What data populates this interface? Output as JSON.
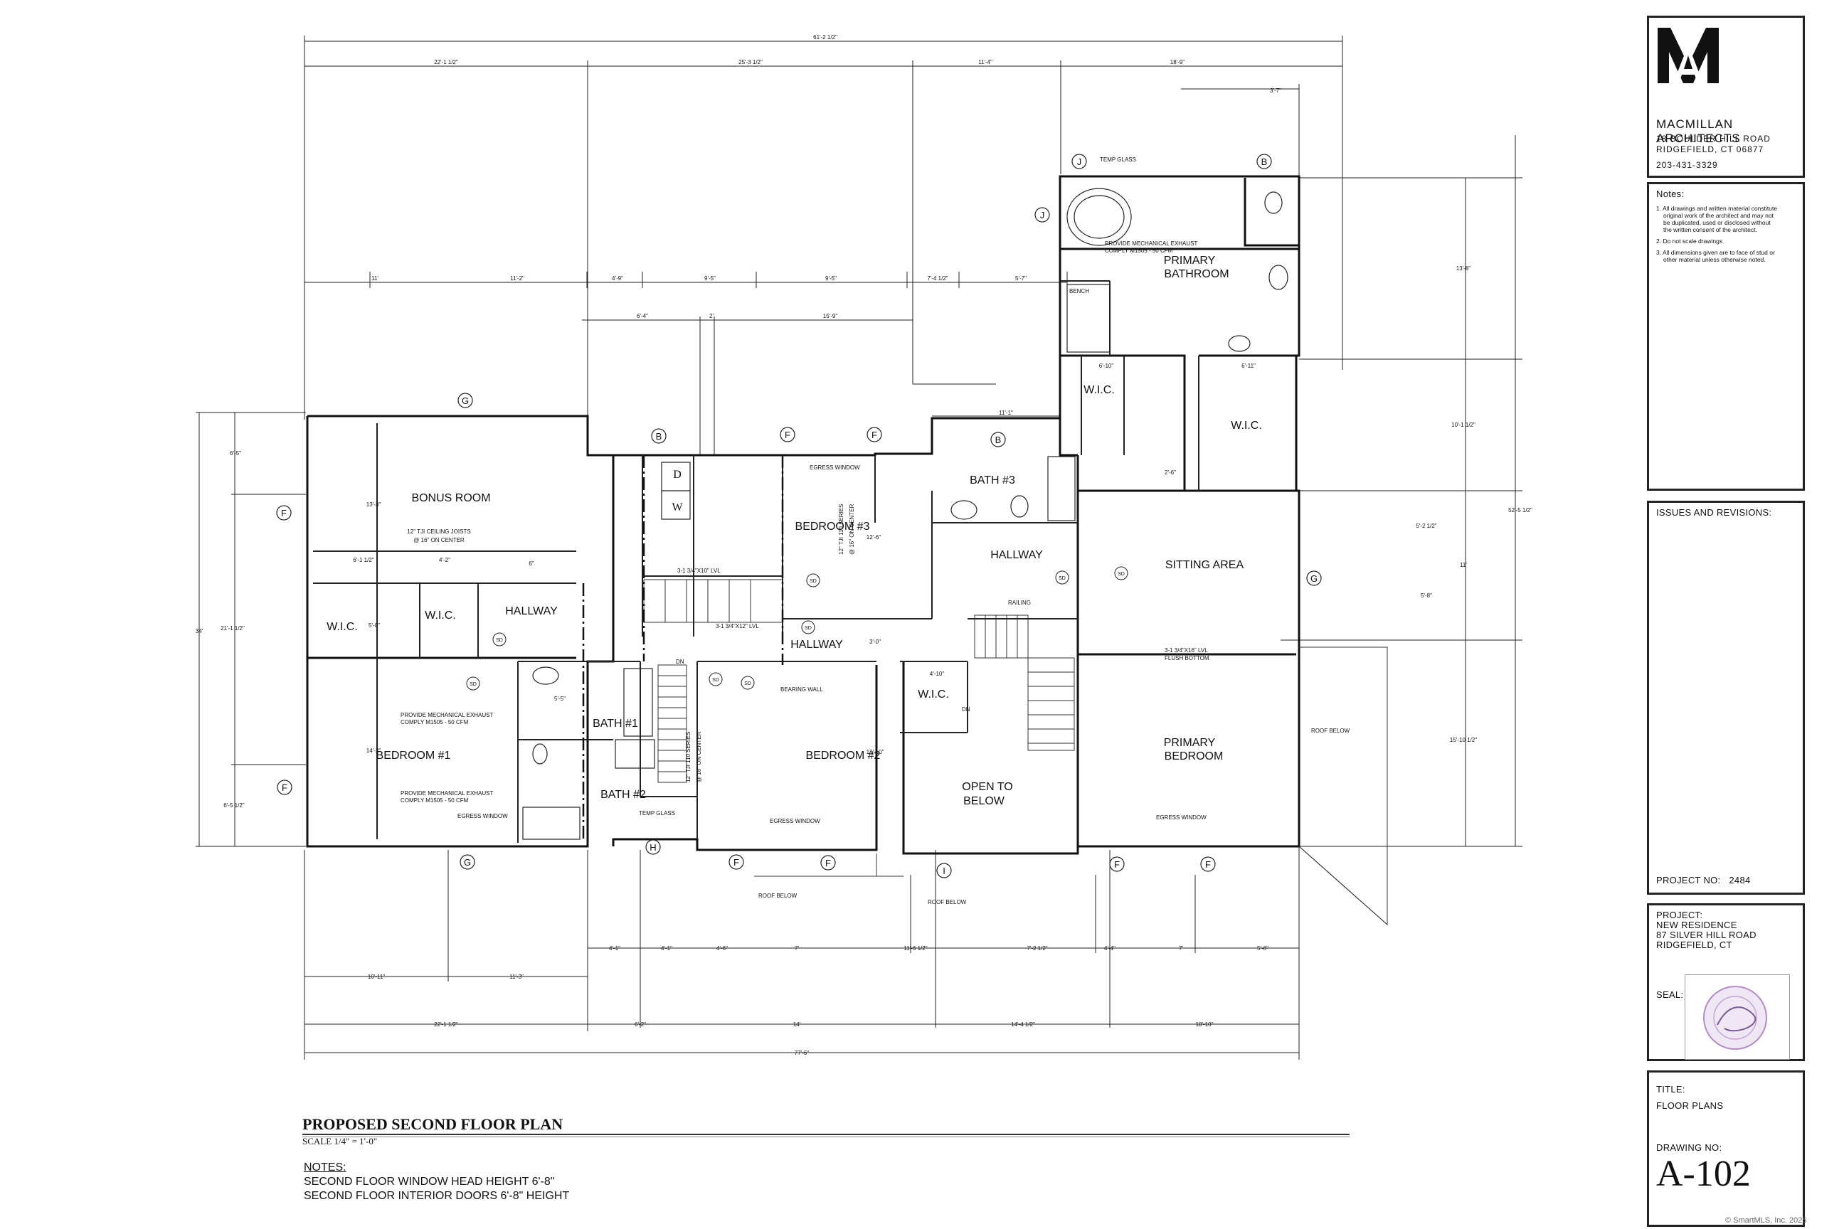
{
  "plan": {
    "title": "PROPOSED SECOND FLOOR  PLAN",
    "scale": "SCALE 1/4\" = 1'-0\"",
    "notes_heading": "NOTES:",
    "notes": [
      "SECOND FLOOR WINDOW HEAD HEIGHT 6'-8\"",
      "SECOND FLOOR INTERIOR DOORS 6'-8\" HEIGHT"
    ],
    "rooms": {
      "bonus_room": "BONUS ROOM",
      "bonus_joists": "12\" TJI CEILING JOISTS",
      "bonus_joists2": "@ 16\" ON CENTER",
      "wic_left": "W.I.C.",
      "wic_left2": "W.I.C.",
      "hallway_left": "HALLWAY",
      "bedroom1": "BEDROOM #1",
      "bath1": "BATH #1",
      "bath2": "BATH #2",
      "bedroom3": "BEDROOM #3",
      "hallway_mid": "HALLWAY",
      "bedroom2": "BEDROOM #2",
      "bath3": "BATH #3",
      "hallway_right": "HALLWAY",
      "wic_mid": "W.I.C.",
      "open_to_below": "OPEN TO",
      "open_to_below2": "BELOW",
      "sitting_area": "SITTING AREA",
      "primary_bedroom": "PRIMARY",
      "primary_bedroom2": "BEDROOM",
      "primary_bathroom": "PRIMARY",
      "primary_bathroom2": "BATHROOM",
      "wic_p1": "W.I.C.",
      "wic_p2": "W.I.C.",
      "bench": "BENCH",
      "d": "D",
      "w": "W"
    },
    "annotations": {
      "egress": "EGRESS WINDOW",
      "exhaust1": "PROVIDE MECHANICAL EXHAUST",
      "exhaust2": "COMPLY M1505 - 50 CFM",
      "temp_glass": "TEMP GLASS",
      "roof_below": "ROOF BELOW",
      "railing": "RAILING",
      "bearing_wall": "BEARING WALL",
      "lvl": "3-1 3/4\"X16\" LVL",
      "flush": "FLUSH BOTTOM",
      "lvl12": "3-1 3/4\"X12\" LVL",
      "lvl10": "3-1 3/4\"X10\" LVL",
      "tji": "12\" TJI 110 SERIES",
      "tji2": "@ 16\" ON CENTER",
      "sd": "SD",
      "dn": "DN"
    },
    "dimensions": {
      "overall_top": "61'-2 1/2\"",
      "top_a": "22'-1 1/2\"",
      "top_b": "25'-3 1/2\"",
      "top_c": "11'-4\"",
      "top_d": "18'-9\"",
      "row2": [
        "11'",
        "11'-2\"",
        "4'-9\"",
        "9'-5\"",
        "9'-5\"",
        "7'-4 1/2\"",
        "5'-7\""
      ],
      "row3": [
        "6'-4\"",
        "2'",
        "15'-9\""
      ],
      "left_overall": "34'",
      "left_a": "6'-5\"",
      "left_b": "21'-1 1/2\"",
      "left_c": "6'-5 1/2\"",
      "right_overall": "52'-5 1/2\"",
      "right_a": "13'-8\"",
      "right_b": "10'-1 1/2\"",
      "right_c": "5'-2 1/2\"",
      "right_d": "11'",
      "right_e": "5'-8\"",
      "right_f": "15'-10 1/2\"",
      "bottom_row1": [
        "4'-1\"",
        "4'-1\"",
        "4'-6\"",
        "7'",
        "11'-6 1/2\"",
        "7'-2 1/2\"",
        "4'-4\"",
        "7'",
        "5'-6\""
      ],
      "bottom_row2": [
        "10'-11\"",
        "11'-3\""
      ],
      "bottom_row3": [
        "22'-1 1/2\"",
        "6'-2\"",
        "14'",
        "14'-4 1/2\"",
        "18'-10\""
      ],
      "bottom_overall": "77'-6\"",
      "misc": [
        "3'-7\"",
        "13'-3\"",
        "14'-2\"",
        "13'-10\"",
        "12'-6\"",
        "11'-1\"",
        "6'-10\"",
        "6'-11\"",
        "2'-6\"",
        "4'-10\"",
        "3'-0\"",
        "5'-5\"",
        "5'-0\"",
        "4'-2\"",
        "6\"",
        "6'-1 1/2\""
      ]
    },
    "markers": [
      "G",
      "F",
      "B",
      "J",
      "H",
      "I"
    ]
  },
  "titleblock": {
    "logo": "MA",
    "firm": "MACMILLAN ARCHITECTS",
    "address1": "18 BOULDER HILL ROAD",
    "address2": "RIDGEFIELD,  CT 06877",
    "phone": "203-431-3329",
    "notes_heading": "Notes:",
    "notes": [
      "1.  All drawings and written material constitute",
      "original work of the architect and may not",
      "be duplicated, used or disclosed without",
      "the written consent of the architect.",
      "2.  Do not scale drawings",
      "3.  All dimensions given are to face of stud or",
      "other material unless otherwise noted."
    ],
    "issues_heading": "ISSUES AND REVISIONS:",
    "project_no_label": "PROJECT NO:",
    "project_no": "2484",
    "project_label": "PROJECT:",
    "project_lines": [
      "NEW RESIDENCE",
      "87 SILVER HILL ROAD",
      "RIDGEFIELD, CT"
    ],
    "seal_label": "SEAL:",
    "title_label": "TITLE:",
    "title": "FLOOR PLANS",
    "drawing_no_label": "DRAWING NO:",
    "drawing_no": "A-102"
  },
  "copyright": "© SmartMLS, Inc. 2025"
}
